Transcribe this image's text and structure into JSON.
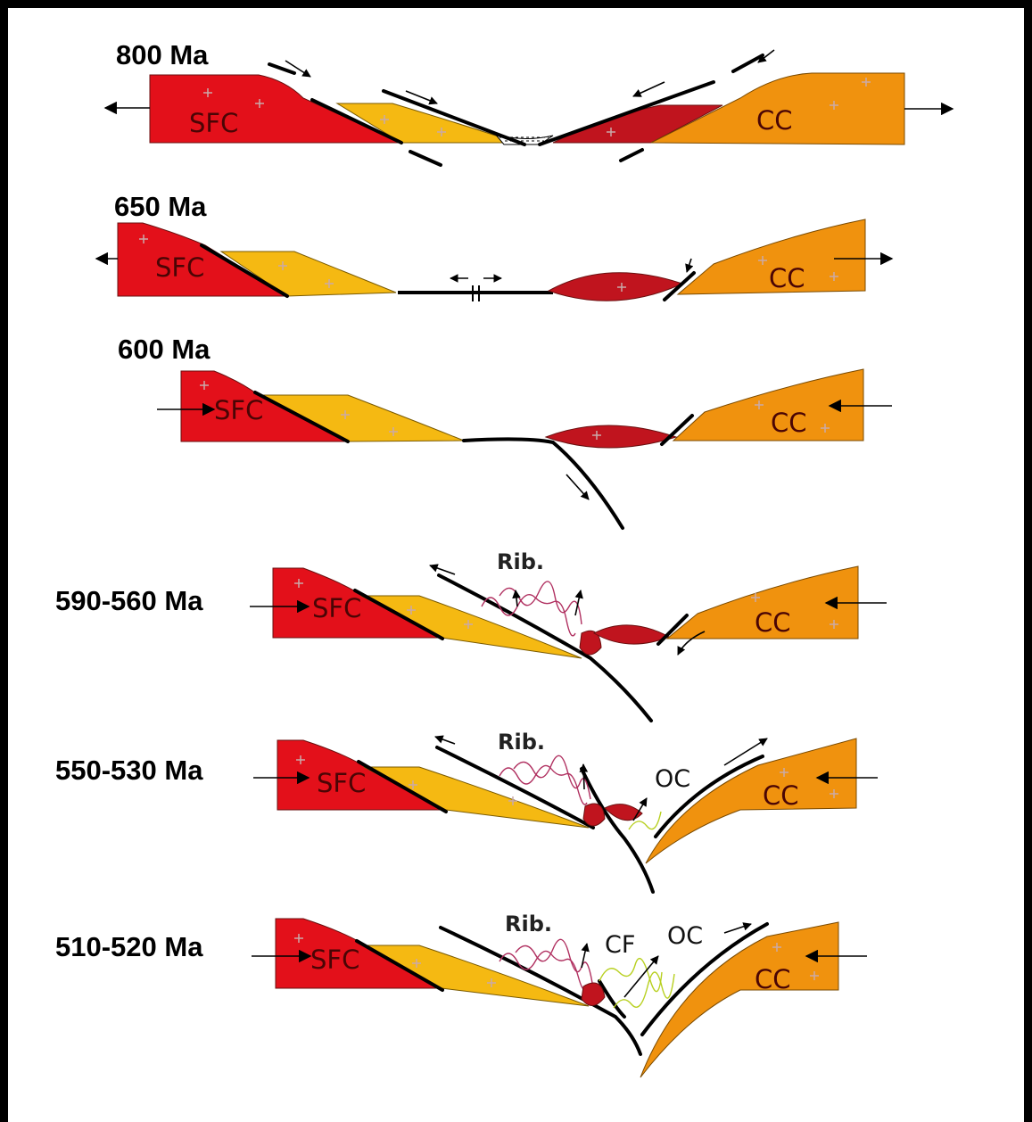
{
  "stages": [
    {
      "age": "800 Ma",
      "labels": {
        "left": "SFC",
        "right": "CC"
      }
    },
    {
      "age": "650 Ma",
      "labels": {
        "left": "SFC",
        "right": "CC"
      }
    },
    {
      "age": "600 Ma",
      "labels": {
        "left": "SFC",
        "right": "CC"
      }
    },
    {
      "age": "590-560 Ma",
      "labels": {
        "left": "SFC",
        "right": "CC",
        "rib": "Rib."
      }
    },
    {
      "age": "550-530 Ma",
      "labels": {
        "left": "SFC",
        "right": "CC",
        "rib": "Rib.",
        "oc": "OC"
      }
    },
    {
      "age": "510-520 Ma",
      "labels": {
        "left": "SFC",
        "right": "CC",
        "rib": "Rib.",
        "cf": "CF",
        "oc": "OC"
      }
    }
  ],
  "colors": {
    "sfc_craton": "#e3101a",
    "sfc_margin": "#f5b912",
    "cc_craton": "#f0920e",
    "micro_block": "#c0141e"
  }
}
